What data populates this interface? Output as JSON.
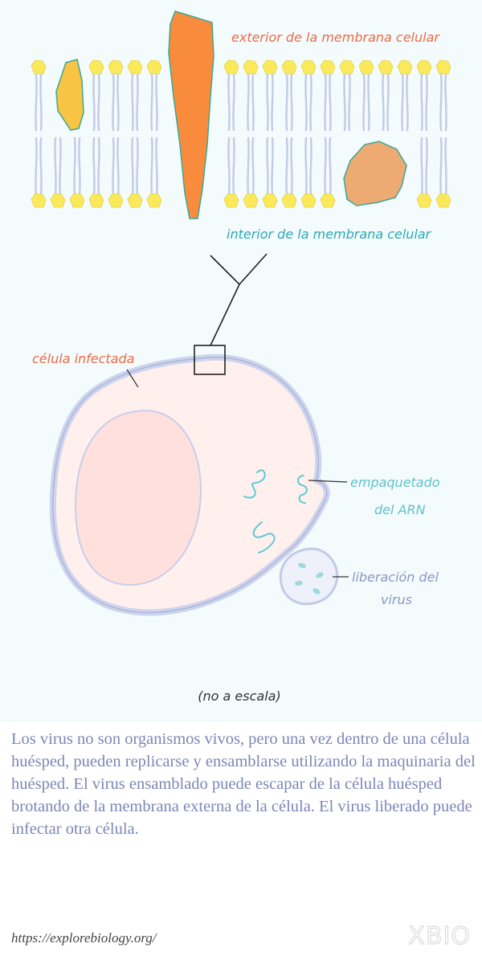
{
  "labels": {
    "outer": "exterior de la membrana celular",
    "inner": "interior de la membrana celular",
    "infected_cell": "célula infectada",
    "rna_packaging_line1": "empaquetado",
    "rna_packaging_line2": "del ARN",
    "virus_release_line1": "liberación del",
    "virus_release_line2": "virus",
    "scale_note": "(no a escala)"
  },
  "caption": "Los virus no son organismos vivos, pero una vez dentro de una célula huésped, pueden replicarse y ensamblarse utilizando la maquinaria del huésped. El virus ensamblado puede escapar de la célula huésped brotando de la membrana externa de la célula. El virus liberado puede infectar otra célula.",
  "source_url": "https://explorebiology.org/",
  "logo": "XBIO",
  "colors": {
    "background": "#f3fbfc",
    "lipid_head": "#fbe95c",
    "lipid_tail": "#c3cbe6",
    "protein_small": "#f8c443",
    "protein_tall": "#f98c3c",
    "protein_blob": "#eeaa73",
    "protein_outline": "#3aa894",
    "cell_fill": "#fff0ee",
    "cell_membrane": "#cdd4ec",
    "nucleus_fill": "#ffe0dd",
    "rna": "#5ccad3",
    "label_outer": "#ec6b48",
    "label_inner": "#2ba8b6",
    "label_rna": "#60c2cc",
    "label_virus": "#8d97c6",
    "caption_text": "#7d86b7"
  }
}
